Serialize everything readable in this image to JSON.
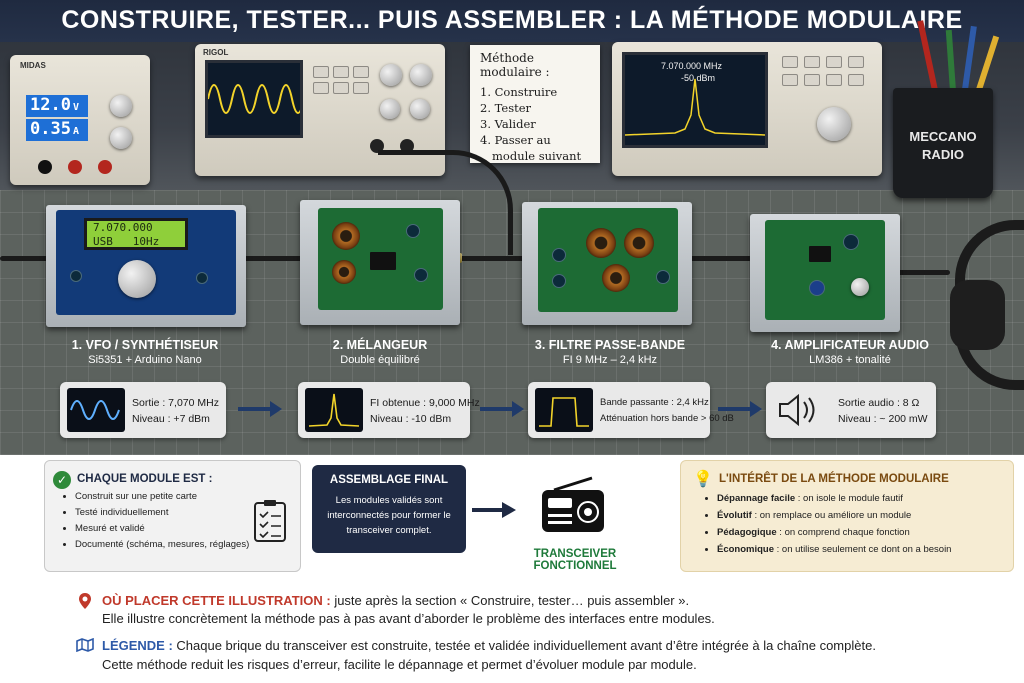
{
  "title": "CONSTRUIRE, TESTER... PUIS ASSEMBLER : LA MÉTHODE MODULAIRE",
  "power_supply": {
    "brand": "MIDAS",
    "voltage": "12.0",
    "voltage_unit": "V",
    "current": "0.35",
    "current_unit": "A"
  },
  "oscilloscope": {
    "brand": "RIGOL"
  },
  "note": {
    "title": "Méthode modulaire :",
    "items": [
      "1. Construire",
      "2. Tester",
      "3. Valider",
      "4. Passer au",
      "module suivant"
    ]
  },
  "spectrum": {
    "freq": "7.070.000 MHz",
    "level": "-50 dBm"
  },
  "mug": {
    "line1": "MECCANO",
    "line2": "RADIO"
  },
  "vfo_display": {
    "line1": "7.070.000",
    "line2": "USB   10Hz"
  },
  "modules": [
    {
      "title": "1. VFO / SYNTHÉTISEUR",
      "subtitle": "Si5351 + Arduino Nano",
      "line1": "Sortie : 7,070 MHz",
      "line2": "Niveau : +7 dBm",
      "icon": "sine-wave-icon"
    },
    {
      "title": "2. MÉLANGEUR",
      "subtitle": "Double équilibré",
      "line1": "FI obtenue : 9,000 MHz",
      "line2": "Niveau : -10 dBm",
      "icon": "spectrum-peak-icon"
    },
    {
      "title": "3. FILTRE PASSE-BANDE",
      "subtitle": "FI 9 MHz – 2,4 kHz",
      "line1": "Bande passante : 2,4 kHz",
      "line2": "Atténuation hors bande > 60 dB",
      "icon": "bandpass-icon"
    },
    {
      "title": "4. AMPLIFICATEUR AUDIO",
      "subtitle": "LM386 + tonalité",
      "line1": "Sortie audio : 8 Ω",
      "line2": "Niveau : ~ 200 mW",
      "icon": "speaker-icon"
    }
  ],
  "chaque_module": {
    "title": "CHAQUE MODULE EST :",
    "items": [
      "Construit sur une petite carte",
      "Testé individuellement",
      "Mesuré et validé",
      "Documenté (schéma, mesures, réglages)"
    ]
  },
  "assemblage": {
    "title": "ASSEMBLAGE FINAL",
    "text": "Les modules validés sont interconnectés pour former le transceiver complet."
  },
  "transceiver_label": "TRANSCEIVER FONCTIONNEL",
  "interet": {
    "title": "L'INTÉRÊT DE LA MÉTHODE MODULAIRE",
    "items": [
      {
        "bold": "Dépannage facile",
        "rest": " : on isole le module fautif"
      },
      {
        "bold": "Évolutif",
        "rest": " : on remplace ou améliore un module"
      },
      {
        "bold": "Pédagogique",
        "rest": " : on comprend chaque fonction"
      },
      {
        "bold": "Économique",
        "rest": " : on utilise seulement ce dont on a besoin"
      }
    ]
  },
  "footer": {
    "placer_label": "OÙ PLACER CETTE ILLUSTRATION :",
    "placer_text1": " juste après la section « Construire, tester… puis assembler ».",
    "placer_text2": "Elle illustre concrètement la méthode pas à pas avant d’aborder le problème des interfaces entre modules.",
    "legende_label": "LÉGENDE :",
    "legende_text1": " Chaque brique du transceiver est construite, testée et validée individuellement avant d’être intégrée à la chaîne complète.",
    "legende_text2": "Cette méthode reduit les risques d’erreur, facilite le dépannage et permet d’évoluer module par module."
  },
  "colors": {
    "navy": "#1f2a44",
    "green": "#1e7a3a",
    "amber": "#f3e6c8",
    "red_pin": "#c0392b",
    "blue_pin": "#2e5aa8"
  }
}
